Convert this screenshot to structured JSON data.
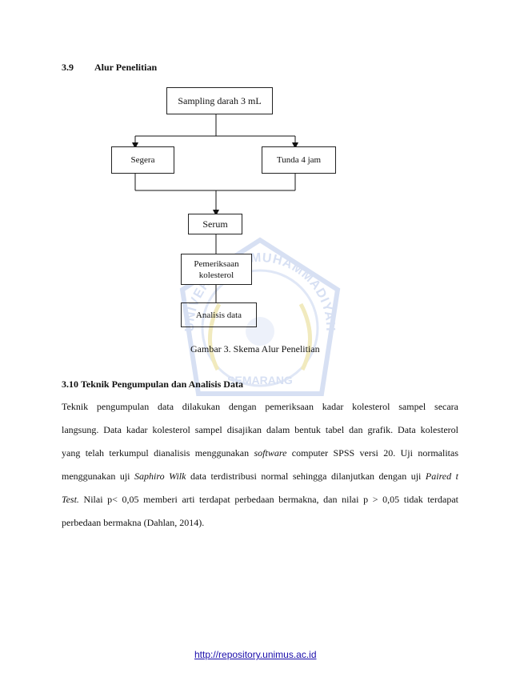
{
  "section_3_9": {
    "number": "3.9",
    "title": "Alur Penelitian"
  },
  "diagram": {
    "nodes": {
      "sampling": "Sampling darah 3 mL",
      "segera": "Segera",
      "tunda": "Tunda 4 jam",
      "serum": "Serum",
      "pemeriksaan_line1": "Pemeriksaan",
      "pemeriksaan_line2": "kolesterol",
      "analisis": "Analisis data"
    },
    "caption": "Gambar 3. Skema Alur Penelitian"
  },
  "watermark": {
    "arc_text": "UNIVERSITAS MUHAMMADIYAH",
    "bottom_text": "SEMARANG",
    "color": "#b8c8ea",
    "accent": "#e6d98a"
  },
  "section_3_10": {
    "number": "3.10",
    "title": "Teknik Pengumpulan dan Analisis Data"
  },
  "paragraph": {
    "l1": "Teknik pengumpulan data dilakukan dengan pemeriksaan kadar kolesterol sampel secara",
    "l2": "langsung. Data kadar kolesterol sampel disajikan dalam bentuk tabel dan grafik. Data kolesterol",
    "l3_a": "yang telah terkumpul dianalisis menggunakan ",
    "l3_b": "software",
    "l3_c": " computer SPSS versi 20. Uji normalitas",
    "l4_a": "menggunakan uji ",
    "l4_b": "Saphiro Wilk",
    "l4_c": " data terdistribusi normal sehingga dilanjutkan dengan uji ",
    "l4_d": "Paired t",
    "l5_a": "Test.",
    "l5_b": " Nilai p< 0,05 memberi arti terdapat perbedaan bermakna, dan nilai p > 0,05 tidak terdapat",
    "l6": "perbedaan bermakna  (Dahlan, 2014)."
  },
  "footer": {
    "link": "http://repository.unimus.ac.id"
  }
}
